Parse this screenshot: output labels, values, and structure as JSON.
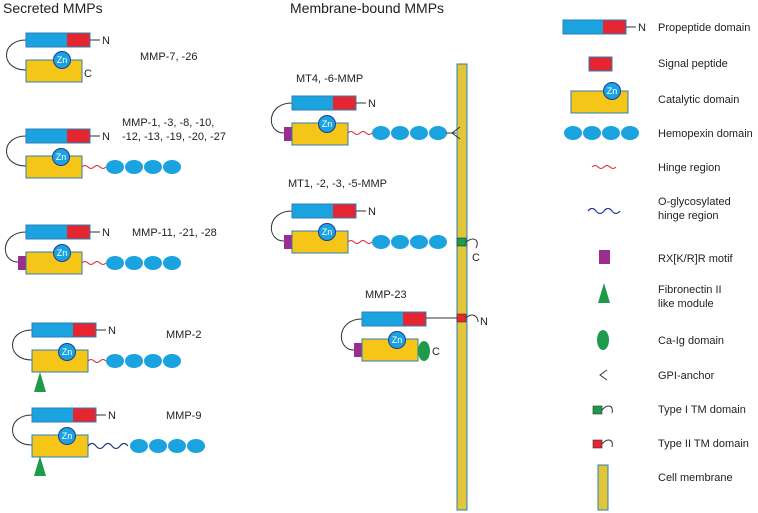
{
  "headers": {
    "secreted": "Secreted MMPs",
    "membrane": "Membrane-bound MMPs"
  },
  "terminal": {
    "n": "N",
    "c": "C"
  },
  "zn": "Zn",
  "groups": {
    "mmp7": {
      "label": "MMP-7, -26"
    },
    "mmp1": {
      "label_line1": "MMP-1, -3, -8, -10,",
      "label_line2": "-12, -13, -19, -20, -27"
    },
    "mmp11": {
      "label": "MMP-11, -21, -28"
    },
    "mmp2": {
      "label": "MMP-2"
    },
    "mmp9": {
      "label": "MMP-9"
    },
    "mt4": {
      "label": "MT4, -6-MMP"
    },
    "mt1": {
      "label": "MT1, -2, -3, -5-MMP"
    },
    "mmp23": {
      "label": "MMP-23"
    }
  },
  "legend": {
    "propeptide": "Propeptide domain",
    "signal": "Signal peptide",
    "catalytic": "Catalytic domain",
    "hemopexin": "Hemopexin domain",
    "hinge": "Hinge region",
    "oglyco_line1": "O-glycosylated",
    "oglyco_line2": "hinge region",
    "rxkr": "RX[K/R]R motif",
    "fibro_line1": "Fibronectin II",
    "fibro_line2": "like module",
    "caig": "Ca-Ig domain",
    "gpi": "GPI-anchor",
    "type1": "Type I TM domain",
    "type2": "Type II TM domain",
    "membrane": "Cell membrane"
  },
  "colors": {
    "propeptide": "#1ba3e0",
    "signal": "#e52530",
    "catalytic": "#f5c518",
    "hemopexin": "#1ba3e0",
    "hinge": "#e52530",
    "oglyco": "#1f3a93",
    "rxkr": "#9b2d8e",
    "fibronectin": "#1e9a4b",
    "caig": "#1e9a4b",
    "membrane": "#e2c63a",
    "outline": "#2c7fb8"
  }
}
